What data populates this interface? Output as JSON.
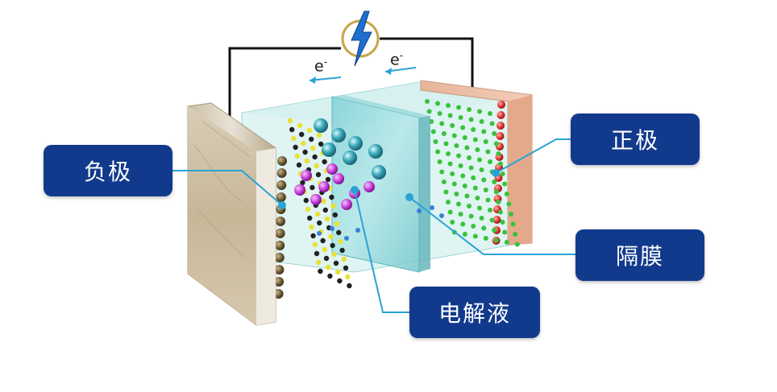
{
  "labels": {
    "anode": "负极",
    "cathode": "正极",
    "separator": "隔膜",
    "electrolyte": "电解液"
  },
  "electron": {
    "symbol": "e",
    "charge": "-"
  },
  "colors": {
    "label_bg": "#123a8c",
    "label_text": "#ffffff",
    "leader_line": "#29a3d6",
    "electron_arrow": "#29a3d6",
    "wire": "#111111",
    "bolt": "#1e6fcf",
    "bolt_ring": "#c9a54a",
    "cathode_layer": "#e2322c",
    "cathode_lattice": "#39c23a",
    "anode_layer_dark": "#6b5a35",
    "anode_layer_yellow": "#e8e236",
    "electrolyte_ion": "#c23ad6",
    "solvent_ion": "#2f9fb0"
  },
  "icons": [
    "lightning-bolt-icon",
    "electron-arrow-icon"
  ]
}
